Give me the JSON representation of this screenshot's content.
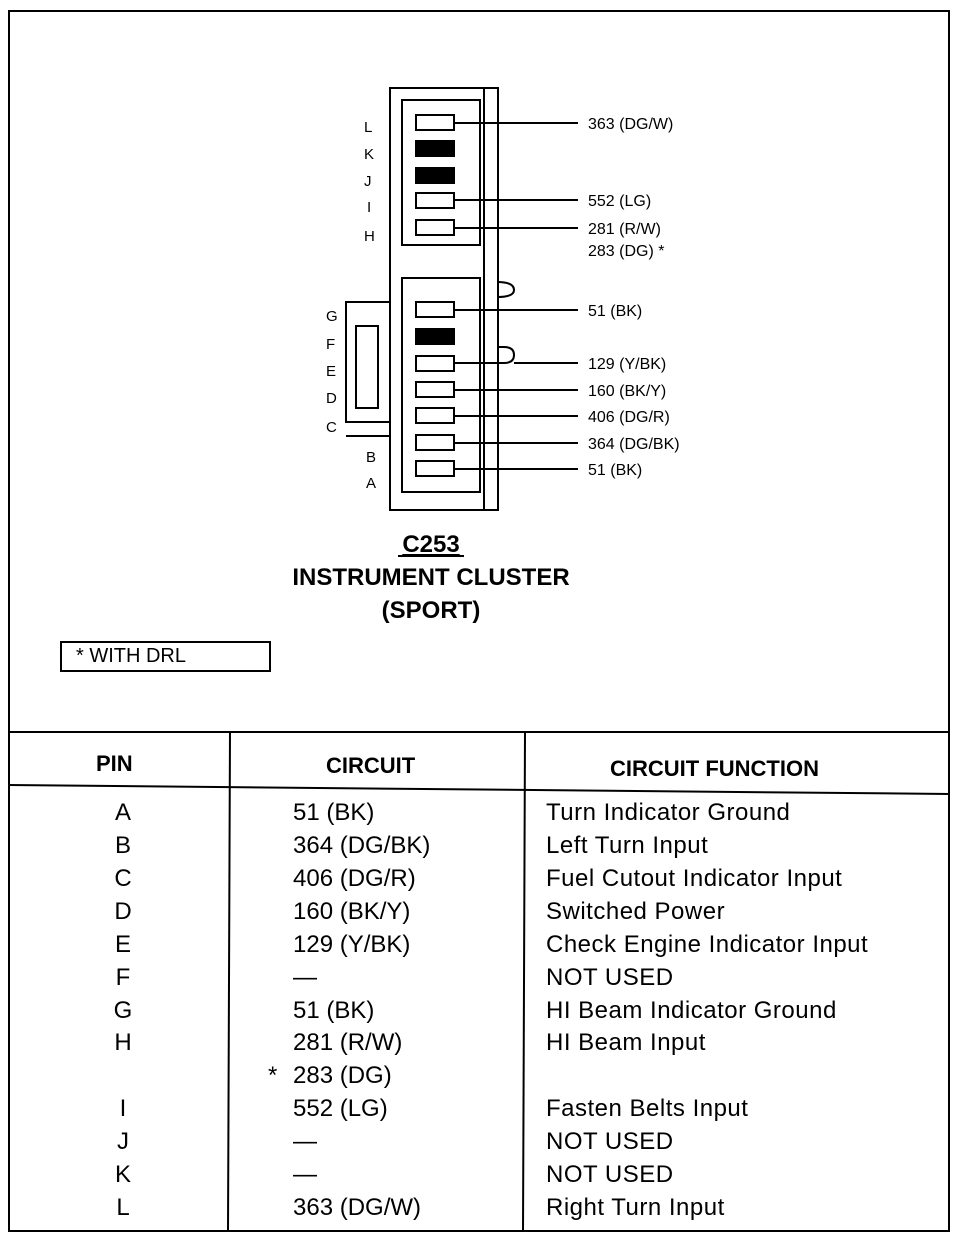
{
  "diagram": {
    "connector_id": "C253",
    "title_line1": "INSTRUMENT CLUSTER",
    "title_line2": "(SPORT)",
    "note": "* WITH DRL",
    "pin_labels": {
      "L": "L",
      "K": "K",
      "J": "J",
      "I": "I",
      "H": "H",
      "G": "G",
      "F": "F",
      "E": "E",
      "D": "D",
      "C": "C",
      "B": "B",
      "A": "A"
    },
    "wires": [
      {
        "label": "363 (DG/W)"
      },
      {
        "label": "552 (LG)"
      },
      {
        "label": "281 (R/W)"
      },
      {
        "label": "283 (DG) *"
      },
      {
        "label": "51 (BK)"
      },
      {
        "label": "129 (Y/BK)"
      },
      {
        "label": "160 (BK/Y)"
      },
      {
        "label": "406 (DG/R)"
      },
      {
        "label": "364 (DG/BK)"
      },
      {
        "label": "51 (BK)"
      }
    ]
  },
  "table": {
    "headers": {
      "pin": "PIN",
      "circuit": "CIRCUIT",
      "function": "CIRCUIT FUNCTION"
    },
    "rows": [
      {
        "pin": "A",
        "star": "",
        "circuit": "51 (BK)",
        "function": "Turn Indicator Ground"
      },
      {
        "pin": "B",
        "star": "",
        "circuit": "364 (DG/BK)",
        "function": "Left Turn Input"
      },
      {
        "pin": "C",
        "star": "",
        "circuit": "406 (DG/R)",
        "function": "Fuel Cutout Indicator Input"
      },
      {
        "pin": "D",
        "star": "",
        "circuit": "160 (BK/Y)",
        "function": "Switched Power"
      },
      {
        "pin": "E",
        "star": "",
        "circuit": "129 (Y/BK)",
        "function": "Check Engine Indicator Input"
      },
      {
        "pin": "F",
        "star": "",
        "circuit": "—",
        "function": "NOT USED"
      },
      {
        "pin": "G",
        "star": "",
        "circuit": "51 (BK)",
        "function": "HI Beam Indicator Ground"
      },
      {
        "pin": "H",
        "star": "",
        "circuit": "281 (R/W)",
        "function": "HI Beam Input"
      },
      {
        "pin": "",
        "star": "*",
        "circuit": "283 (DG)",
        "function": ""
      },
      {
        "pin": "I",
        "star": "",
        "circuit": "552 (LG)",
        "function": "Fasten Belts Input"
      },
      {
        "pin": "J",
        "star": "",
        "circuit": "—",
        "function": "NOT USED"
      },
      {
        "pin": "K",
        "star": "",
        "circuit": "—",
        "function": "NOT USED"
      },
      {
        "pin": "L",
        "star": "",
        "circuit": "363 (DG/W)",
        "function": "Right Turn Input"
      }
    ]
  }
}
